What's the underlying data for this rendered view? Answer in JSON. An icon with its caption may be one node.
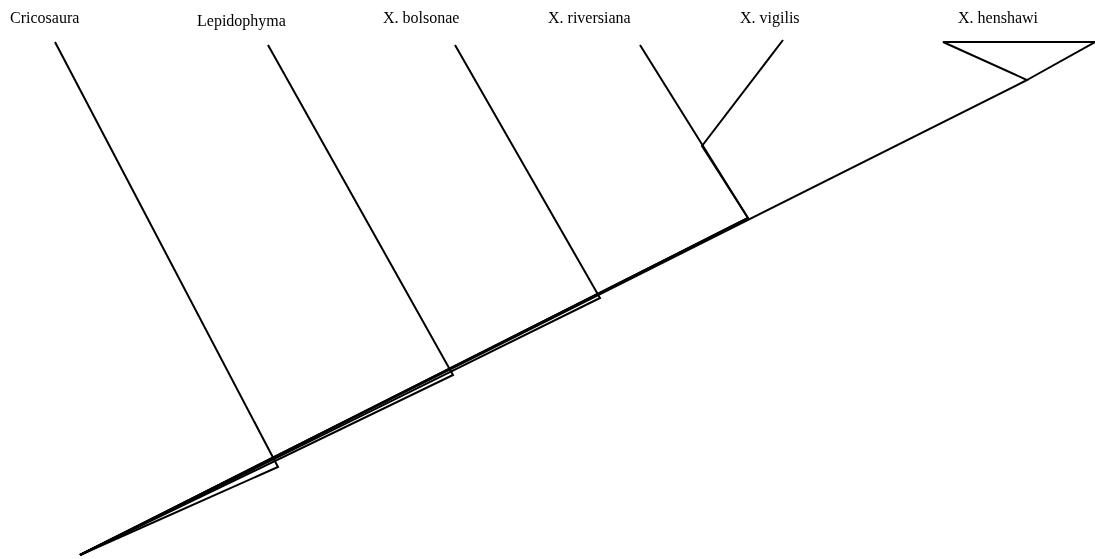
{
  "diagram": {
    "nodes": [
      {
        "text": [
          "Cricosaura"
        ]
      },
      {
        "text": [
          "Lepidophyma"
        ]
      },
      {
        "text": [
          "X. bolsonae"
        ]
      },
      {
        "text": [
          "X. riversiana"
        ]
      },
      {
        "text": [
          "X. vigilis"
        ]
      },
      {
        "text": [
          "X. henshawi"
        ]
      }
    ],
    "edges": [
      {
        "from": null,
        "to": 0,
        "arrow": "none"
      },
      {
        "from": null,
        "to": 1,
        "arrow": "none"
      },
      {
        "from": null,
        "to": 2,
        "arrow": "none"
      },
      {
        "from": null,
        "to": 3,
        "arrow": "none"
      },
      {
        "from": null,
        "to": 4,
        "arrow": "none"
      },
      {
        "from": null,
        "to": 5,
        "arrow": "none"
      }
    ]
  }
}
